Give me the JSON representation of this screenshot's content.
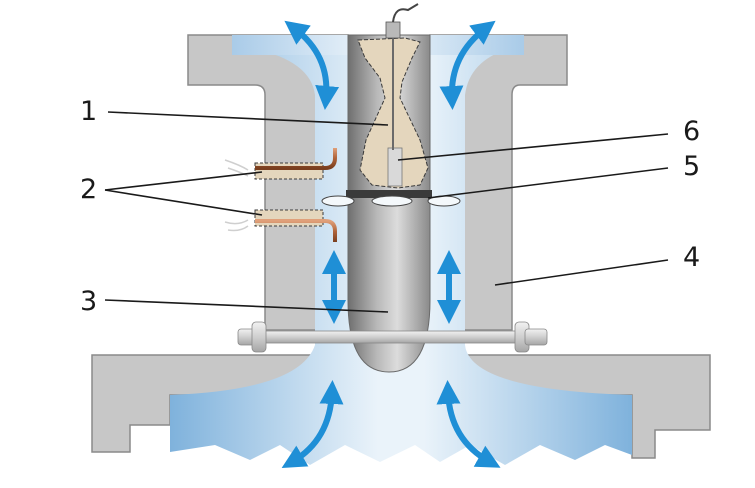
{
  "callouts": [
    {
      "id": "1",
      "text": "1"
    },
    {
      "id": "2",
      "text": "2"
    },
    {
      "id": "3",
      "text": "3"
    },
    {
      "id": "4",
      "text": "4"
    },
    {
      "id": "5",
      "text": "5"
    },
    {
      "id": "6",
      "text": "6"
    }
  ],
  "colors": {
    "housing": "#c7c7c7",
    "housing_edge": "#7a7a7a",
    "flow_light": "#e8f1f8",
    "flow_dark": "#7fb2dc",
    "arrow": "#1f8fd6",
    "rod": "#8e8e8e",
    "coil": "#b0643a",
    "insulation": "#e4d6bd"
  },
  "icons": [
    "double-headed-flow-arrow",
    "coil-pipe",
    "support-bolt"
  ]
}
